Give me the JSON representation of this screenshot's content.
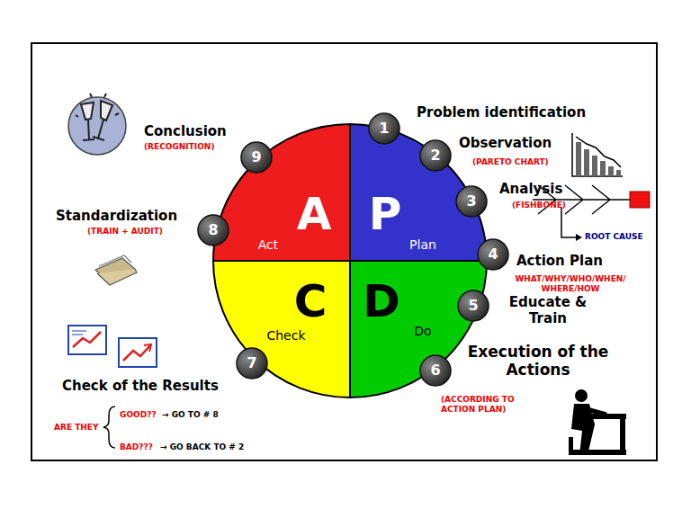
{
  "diagram": {
    "nodes": [
      {
        "text": [
          "A",
          "Act"
        ]
      },
      {
        "text": [
          "P",
          "Plan"
        ]
      },
      {
        "text": [
          "C",
          "Check"
        ]
      },
      {
        "text": [
          "D",
          "Do"
        ]
      },
      {
        "text": [
          "1"
        ]
      },
      {
        "text": [
          "2"
        ]
      },
      {
        "text": [
          "3"
        ]
      },
      {
        "text": [
          "4"
        ]
      },
      {
        "text": [
          "5"
        ]
      },
      {
        "text": [
          "6"
        ]
      },
      {
        "text": [
          "7"
        ]
      },
      {
        "text": [
          "8"
        ]
      },
      {
        "text": [
          "9"
        ]
      }
    ],
    "labels": [
      "Problem identification",
      "Conclusion",
      "(RECOGNITION)",
      "Observation",
      "(PARETO CHART)",
      "Analysis",
      "(FISHBONE)",
      "Standardization",
      "(TRAIN + AUDIT)",
      "ROOT CAUSE",
      "Action Plan",
      "WHAT/WHY/WHO/WHEN/ WHERE/HOW",
      "Educate & Train",
      "Execution of the Actions",
      "Check of the Results",
      "(ACCORDING TO ACTION PLAN)",
      "GOOD??",
      "→ GO TO # 8",
      "ARE THEY",
      "BAD???",
      "→ GO BACK TO # 2"
    ]
  }
}
